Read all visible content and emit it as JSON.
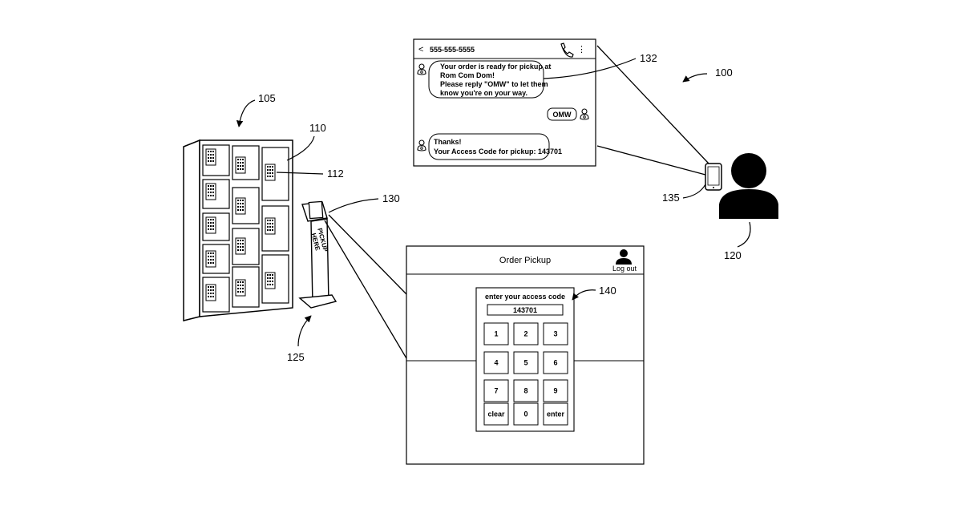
{
  "figure_ref": "100",
  "lockers": {
    "ref": "105",
    "locker_ref": "110",
    "keypad_ref": "112"
  },
  "kiosk": {
    "ref": "125",
    "screen_ref": "130",
    "sign_line1": "PICKUP",
    "sign_line2": "HERE"
  },
  "phone": {
    "message_ref": "132",
    "contact": "555-555-5555",
    "back_glyph": "<",
    "menu_glyph": "⋮",
    "message1_lines": [
      "Your order is ready for pickup at",
      "Rom Com Dom!",
      "Please reply \"OMW\" to let them",
      "know you're on your way."
    ],
    "reply": "OMW",
    "message2_lines": [
      "Thanks!",
      "Your Access Code for pickup: 143701"
    ]
  },
  "user": {
    "ref": "120",
    "device_ref": "135"
  },
  "pickup_screen": {
    "title": "Order Pickup",
    "logout_label": "Log out",
    "prompt": "enter your access code",
    "code_value": "143701",
    "keypad_ref": "140",
    "keys": [
      "1",
      "2",
      "3",
      "4",
      "5",
      "6",
      "7",
      "8",
      "9",
      "clear",
      "0",
      "enter"
    ]
  },
  "icons": [
    "phone-icon",
    "person-avatar-icon",
    "user-silhouette-icon",
    "logout-person-icon",
    "mobile-device-icon",
    "kiosk-icon",
    "locker-bank-icon"
  ]
}
